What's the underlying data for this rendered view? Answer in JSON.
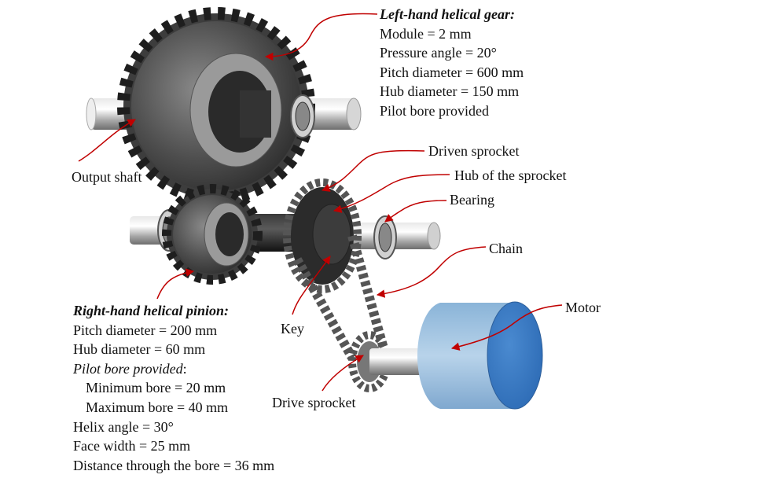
{
  "gear_spec": {
    "title": "Left-hand helical gear:",
    "lines": [
      "Module = 2 mm",
      "Pressure angle = 20°",
      "Pitch diameter =  600 mm",
      "Hub diameter = 150 mm",
      "Pilot bore provided"
    ]
  },
  "pinion_spec": {
    "title": "Right-hand helical pinion:",
    "pitch_diameter": "Pitch diameter =  200 mm",
    "hub_diameter": "Hub diameter = 60 mm",
    "pilot_bore": "Pilot bore provided",
    "pilot_bore_colon": ":",
    "minimum_bore": "Minimum bore = 20 mm",
    "maximum_bore": "Maximum bore = 40 mm",
    "helix_angle": "Helix angle = 30°",
    "face_width": "Face width = 25 mm",
    "distance_through_bore": "Distance through the bore = 36 mm"
  },
  "labels": {
    "output_shaft": "Output shaft",
    "driven_sprocket": "Driven sprocket",
    "hub_of_sprocket": "Hub of the sprocket",
    "bearing": "Bearing",
    "chain": "Chain",
    "motor": "Motor",
    "key": "Key",
    "drive_sprocket": "Drive sprocket"
  },
  "colors": {
    "leader_arrow": "#c00000",
    "motor": "#3a7cc4",
    "gear_steel": "#4a4a4a",
    "shaft": "#b8b8b8"
  }
}
